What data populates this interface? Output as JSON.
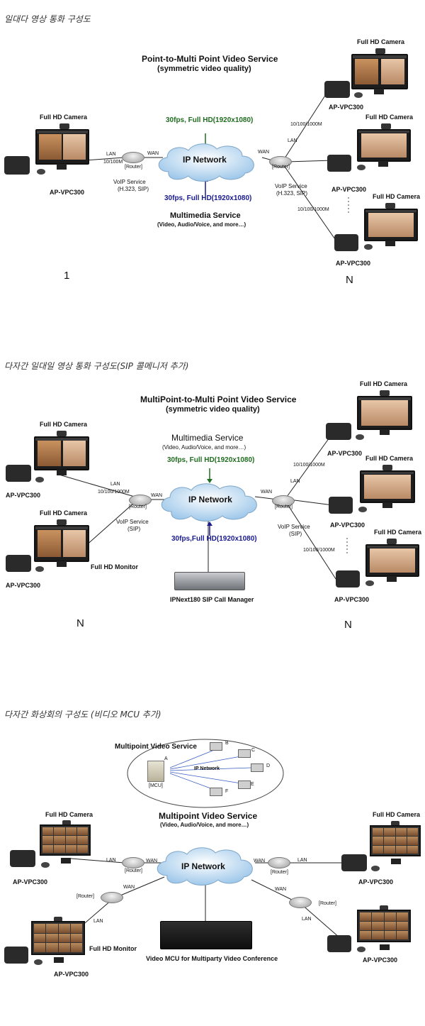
{
  "sections": [
    {
      "title": "일대다 영상 통화 구성도",
      "service_title": "Point-to-Multi Point Video Service",
      "service_sub": "(symmetric video quality)",
      "fps_top": "30fps, Full HD(1920x1080)",
      "fps_bottom": "30fps, Full HD(1920x1080)",
      "network_label": "IP Network",
      "multimedia_title": "Multimedia Service",
      "multimedia_sub": "(Video, Audio/Voice, and more…)",
      "camera_label": "Full HD Camera",
      "device_label": "AP-VPC300",
      "lan": "LAN",
      "wan": "WAN",
      "router": "[Router]",
      "speed_left": "10/100M",
      "speed_right": "10/100/1000M",
      "voip_left": "VoIP Service",
      "voip_left_sub": "(H.323, SIP)",
      "voip_right": "VoIP Service",
      "voip_right_sub": "(H.323, SIP)",
      "count_left": "1",
      "count_right": "N"
    },
    {
      "title": "다자간 일대일 영상 통화 구성도(SIP 콜메니저 추가)",
      "service_title": "MultiPoint-to-Multi Point Video Service",
      "service_sub": "(symmetric video quality)",
      "multimedia_title": "Multimedia Service",
      "multimedia_sub": "(Video, Audio/Voice, and more…)",
      "fps_top": "30fps, Full HD(1920x1080)",
      "fps_bottom": "30fps,Full HD(1920x1080)",
      "network_label": "IP Network",
      "camera_label": "Full HD Camera",
      "device_label": "AP-VPC300",
      "monitor_label": "Full HD Monitor",
      "lan": "LAN",
      "wan": "WAN",
      "router": "[Router]",
      "speed_left": "10/100/1000M",
      "speed_right": "10/100/1000M",
      "voip_left": "VoIP Service",
      "voip_left_sub": "(SIP)",
      "voip_right": "VoIP Service",
      "voip_right_sub": "(SIP)",
      "call_manager": "IPNext180 SIP Call Manager",
      "count_left": "N",
      "count_right": "N"
    },
    {
      "title": "다자간 화상회의 구성도 (비디오 MCU 추가)",
      "mp_title": "Multipoint Video Service",
      "mp_network": "IP Network",
      "mp_mcu": "[MCU]",
      "mp_nodes": [
        "A",
        "B",
        "C",
        "D",
        "E",
        "F"
      ],
      "service_title": "Multipoint Video Service",
      "service_sub": "(Video, Audio/Voice, and more…)",
      "network_label": "IP Network",
      "camera_label": "Full HD Camera",
      "device_label": "AP-VPC300",
      "monitor_label": "Full HD Monitor",
      "lan": "LAN",
      "wan": "WAN",
      "router": "[Router]",
      "mcu_label": "Video MCU for Multiparty Video Conference"
    }
  ]
}
